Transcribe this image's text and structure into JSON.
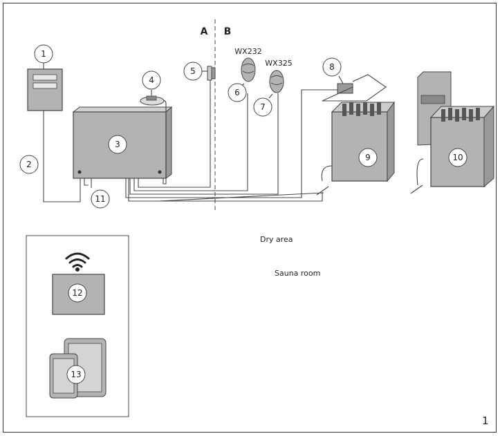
{
  "figure_number": "1",
  "zone_labels": {
    "a": "A",
    "b": "B"
  },
  "models": {
    "wx232": "WX232",
    "wx325": "WX325"
  },
  "areas": {
    "dry": "Dry area",
    "sauna": "Sauna room"
  },
  "callouts": [
    "1",
    "2",
    "3",
    "4",
    "5",
    "6",
    "7",
    "8",
    "9",
    "10",
    "11",
    "12",
    "13"
  ],
  "colors": {
    "device_fill": "#b3b3b3",
    "device_stroke": "#444444",
    "line": "#444444"
  },
  "icons": [
    "wifi-icon",
    "tablet-icon",
    "phone-icon"
  ]
}
